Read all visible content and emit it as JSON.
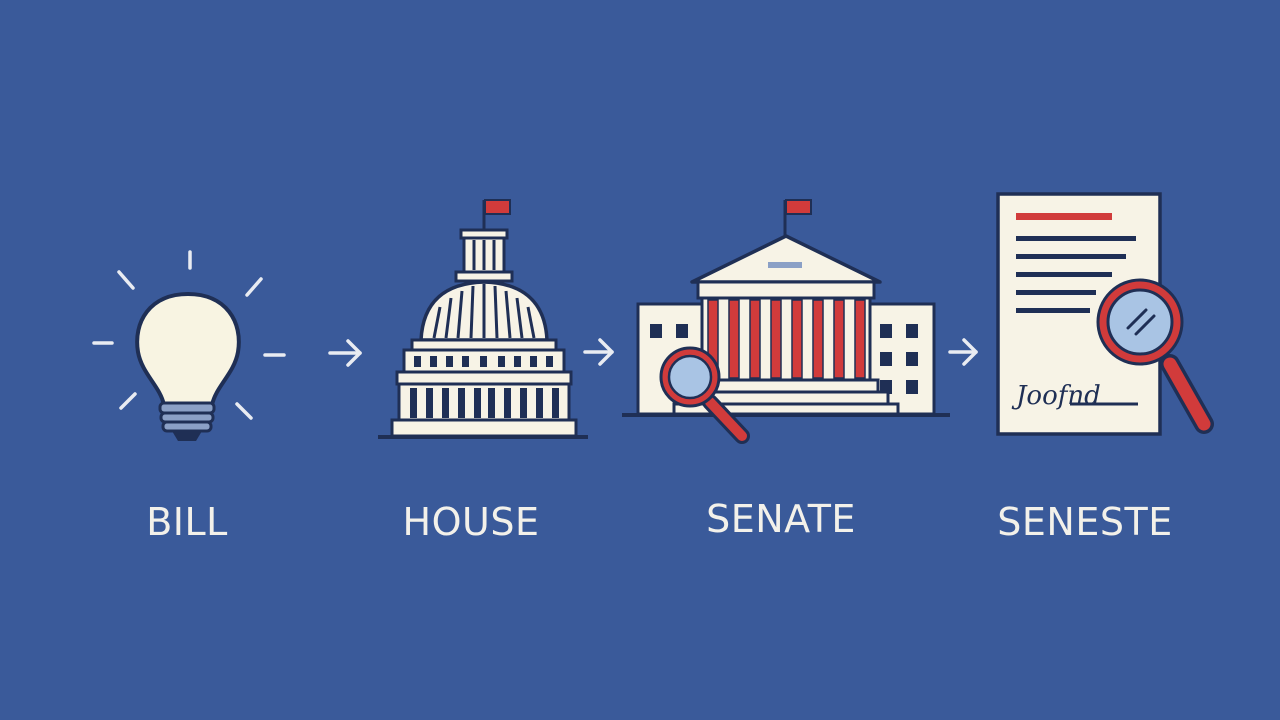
{
  "steps": [
    {
      "label": "BILL",
      "icon": "lightbulb-icon"
    },
    {
      "label": "HOUSE",
      "icon": "capitol-dome-icon"
    },
    {
      "label": "SENATE",
      "icon": "senate-building-magnifier-icon"
    },
    {
      "label": "SENESTE",
      "icon": "signed-document-magnifier-icon"
    }
  ],
  "document_signature": "Joofnd",
  "colors": {
    "background": "#3a5a9a",
    "outline": "#1f2f55",
    "paper": "#f7f3e6",
    "accent_red": "#d13b3b",
    "lens_blue": "#a9c4e4",
    "label_text": "#f3f1ea"
  }
}
